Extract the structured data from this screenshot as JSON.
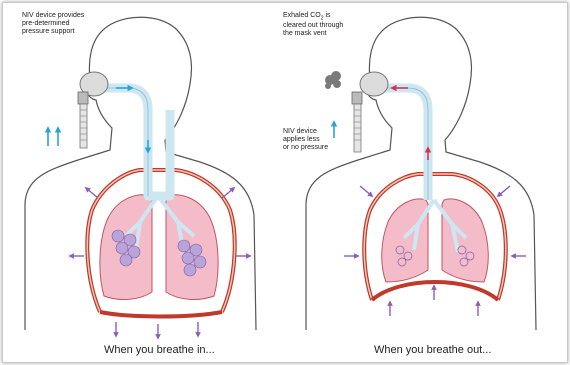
{
  "left_panel": {
    "note_line1": "NIV device provides",
    "note_line2": "pre-determined",
    "note_line3": "pressure support",
    "caption": "When you breathe in..."
  },
  "right_panel": {
    "note_top_line1": "Exhaled CO",
    "note_top_sub": "2",
    "note_top_line1_end": " is",
    "note_top_line2": "cleared out through",
    "note_top_line3": "the mask vent",
    "note_mid_line1": "NIV device",
    "note_mid_line2": "applies less",
    "note_mid_line3": "or no pressure",
    "caption": "When you breathe out..."
  },
  "colors": {
    "airway": "#cde7f2",
    "lung": "#f4bcc8",
    "diaphragm": "#c0392b",
    "arrow_blue": "#29a3d6",
    "arrow_purple": "#8a5db8",
    "arrow_red": "#d6334f"
  }
}
